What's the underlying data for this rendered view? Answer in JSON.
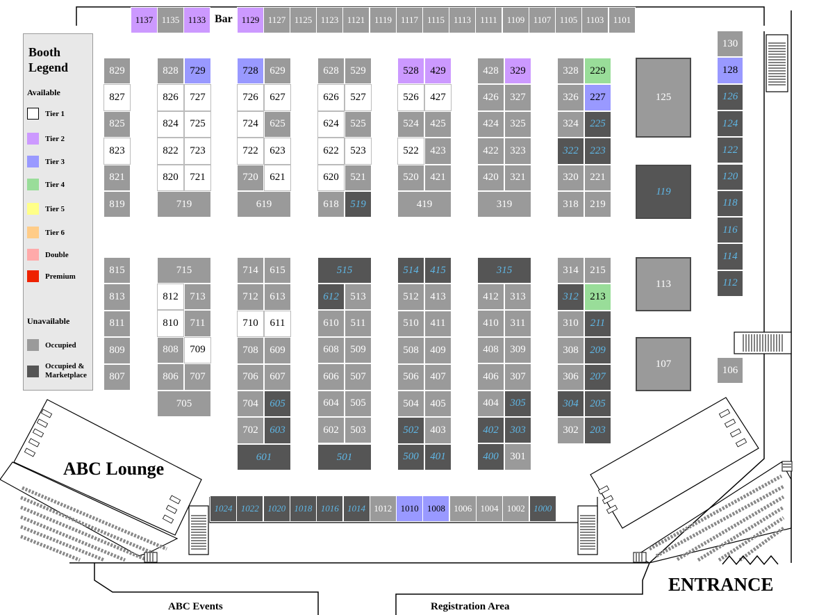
{
  "legend": {
    "title_line1": "Booth",
    "title_line2": "Legend",
    "available_heading": "Available",
    "unavailable_heading": "Unavailable",
    "items": [
      {
        "label": "Tier 1",
        "color": "#ffffff"
      },
      {
        "label": "Tier 2",
        "color": "#cc99ff"
      },
      {
        "label": "Tier 3",
        "color": "#9999ff"
      },
      {
        "label": "Tier 4",
        "color": "#99dd99"
      },
      {
        "label": "Tier 5",
        "color": "#ffff88"
      },
      {
        "label": "Tier 6",
        "color": "#ffcc88"
      },
      {
        "label": "Double",
        "color": "#ffaaaa"
      },
      {
        "label": "Premium",
        "color": "#ee2200"
      }
    ],
    "unavailable_items": [
      {
        "label": "Occupied",
        "color": "#9a9a9a"
      },
      {
        "label_line1": "Occupied &",
        "label_line2": "Marketplace",
        "color": "#555555"
      }
    ]
  },
  "labels": {
    "bar": "Bar",
    "lounge": "ABC Lounge",
    "entrance": "ENTRANCE",
    "events": "ABC Events",
    "registration": "Registration Area"
  },
  "status_colors": {
    "occupied": "#9a9a9a",
    "marketplace": "#555555",
    "marketplace_text": "#5fb7e6",
    "tier1": "#ffffff",
    "tier2": "#cc99ff",
    "tier3": "#9999ff",
    "tier4": "#99dd99"
  },
  "booths": [
    {
      "id": "1137",
      "s": "t2"
    },
    {
      "id": "1135",
      "s": "occ"
    },
    {
      "id": "1133",
      "s": "t2"
    },
    {
      "id": "1129",
      "s": "t2"
    },
    {
      "id": "1127",
      "s": "occ"
    },
    {
      "id": "1125",
      "s": "occ"
    },
    {
      "id": "1123",
      "s": "occ"
    },
    {
      "id": "1121",
      "s": "occ"
    },
    {
      "id": "1119",
      "s": "occ"
    },
    {
      "id": "1117",
      "s": "occ"
    },
    {
      "id": "1115",
      "s": "occ"
    },
    {
      "id": "1113",
      "s": "occ"
    },
    {
      "id": "1111",
      "s": "occ"
    },
    {
      "id": "1109",
      "s": "occ"
    },
    {
      "id": "1107",
      "s": "occ"
    },
    {
      "id": "1105",
      "s": "occ"
    },
    {
      "id": "1103",
      "s": "occ"
    },
    {
      "id": "1101",
      "s": "occ"
    },
    {
      "id": "829",
      "s": "occ"
    },
    {
      "id": "827",
      "s": "t1"
    },
    {
      "id": "825",
      "s": "occ"
    },
    {
      "id": "823",
      "s": "t1"
    },
    {
      "id": "821",
      "s": "occ"
    },
    {
      "id": "819",
      "s": "occ"
    },
    {
      "id": "828",
      "s": "occ"
    },
    {
      "id": "826",
      "s": "t1"
    },
    {
      "id": "824",
      "s": "t1"
    },
    {
      "id": "822",
      "s": "t1"
    },
    {
      "id": "820",
      "s": "t1"
    },
    {
      "id": "729",
      "s": "t3"
    },
    {
      "id": "727",
      "s": "t1"
    },
    {
      "id": "725",
      "s": "t1"
    },
    {
      "id": "723",
      "s": "t1"
    },
    {
      "id": "721",
      "s": "t1"
    },
    {
      "id": "719",
      "s": "occ"
    },
    {
      "id": "728",
      "s": "t3"
    },
    {
      "id": "726",
      "s": "t1"
    },
    {
      "id": "724",
      "s": "t1"
    },
    {
      "id": "722",
      "s": "t1"
    },
    {
      "id": "720",
      "s": "occ"
    },
    {
      "id": "629",
      "s": "occ"
    },
    {
      "id": "627",
      "s": "t1"
    },
    {
      "id": "625",
      "s": "occ"
    },
    {
      "id": "623",
      "s": "t1"
    },
    {
      "id": "621",
      "s": "t1"
    },
    {
      "id": "619",
      "s": "occ"
    },
    {
      "id": "628",
      "s": "occ"
    },
    {
      "id": "626",
      "s": "t1"
    },
    {
      "id": "624",
      "s": "t1"
    },
    {
      "id": "622",
      "s": "t1"
    },
    {
      "id": "620",
      "s": "t1"
    },
    {
      "id": "618",
      "s": "occ"
    },
    {
      "id": "529",
      "s": "occ"
    },
    {
      "id": "527",
      "s": "t1"
    },
    {
      "id": "525",
      "s": "occ"
    },
    {
      "id": "523",
      "s": "t1"
    },
    {
      "id": "521",
      "s": "occ"
    },
    {
      "id": "519",
      "s": "mkt"
    },
    {
      "id": "528",
      "s": "t2"
    },
    {
      "id": "526",
      "s": "t1"
    },
    {
      "id": "524",
      "s": "occ"
    },
    {
      "id": "522",
      "s": "t1"
    },
    {
      "id": "520",
      "s": "occ"
    },
    {
      "id": "429",
      "s": "t2"
    },
    {
      "id": "427",
      "s": "t1"
    },
    {
      "id": "425",
      "s": "occ"
    },
    {
      "id": "423",
      "s": "occ"
    },
    {
      "id": "421",
      "s": "occ"
    },
    {
      "id": "419",
      "s": "occ"
    },
    {
      "id": "428",
      "s": "occ"
    },
    {
      "id": "426",
      "s": "occ"
    },
    {
      "id": "424",
      "s": "occ"
    },
    {
      "id": "422",
      "s": "occ"
    },
    {
      "id": "420",
      "s": "occ"
    },
    {
      "id": "329",
      "s": "t2"
    },
    {
      "id": "327",
      "s": "occ"
    },
    {
      "id": "325",
      "s": "occ"
    },
    {
      "id": "323",
      "s": "occ"
    },
    {
      "id": "321",
      "s": "occ"
    },
    {
      "id": "319",
      "s": "occ"
    },
    {
      "id": "328",
      "s": "occ"
    },
    {
      "id": "326",
      "s": "occ"
    },
    {
      "id": "324",
      "s": "occ"
    },
    {
      "id": "322",
      "s": "mkt"
    },
    {
      "id": "320",
      "s": "occ"
    },
    {
      "id": "318",
      "s": "occ"
    },
    {
      "id": "229",
      "s": "t4"
    },
    {
      "id": "227",
      "s": "t3"
    },
    {
      "id": "225",
      "s": "mkt"
    },
    {
      "id": "223",
      "s": "mkt"
    },
    {
      "id": "221",
      "s": "occ"
    },
    {
      "id": "219",
      "s": "occ"
    },
    {
      "id": "125",
      "s": "occ"
    },
    {
      "id": "119",
      "s": "mkt"
    },
    {
      "id": "130",
      "s": "occ"
    },
    {
      "id": "128",
      "s": "t3"
    },
    {
      "id": "126",
      "s": "mkt"
    },
    {
      "id": "124",
      "s": "mkt"
    },
    {
      "id": "122",
      "s": "mkt"
    },
    {
      "id": "120",
      "s": "mkt"
    },
    {
      "id": "118",
      "s": "mkt"
    },
    {
      "id": "116",
      "s": "mkt"
    },
    {
      "id": "114",
      "s": "mkt"
    },
    {
      "id": "112",
      "s": "mkt"
    },
    {
      "id": "106",
      "s": "occ"
    },
    {
      "id": "815",
      "s": "occ"
    },
    {
      "id": "813",
      "s": "occ"
    },
    {
      "id": "811",
      "s": "occ"
    },
    {
      "id": "809",
      "s": "occ"
    },
    {
      "id": "807",
      "s": "occ"
    },
    {
      "id": "715",
      "s": "occ"
    },
    {
      "id": "812",
      "s": "t1"
    },
    {
      "id": "810",
      "s": "t1"
    },
    {
      "id": "808",
      "s": "occ"
    },
    {
      "id": "806",
      "s": "occ"
    },
    {
      "id": "713",
      "s": "occ"
    },
    {
      "id": "711",
      "s": "occ"
    },
    {
      "id": "709",
      "s": "t1"
    },
    {
      "id": "707",
      "s": "occ"
    },
    {
      "id": "705",
      "s": "occ"
    },
    {
      "id": "714",
      "s": "occ"
    },
    {
      "id": "712",
      "s": "occ"
    },
    {
      "id": "710",
      "s": "t1"
    },
    {
      "id": "708",
      "s": "occ"
    },
    {
      "id": "706",
      "s": "occ"
    },
    {
      "id": "704",
      "s": "occ"
    },
    {
      "id": "702",
      "s": "occ"
    },
    {
      "id": "615",
      "s": "occ"
    },
    {
      "id": "613",
      "s": "occ"
    },
    {
      "id": "611",
      "s": "t1"
    },
    {
      "id": "609",
      "s": "occ"
    },
    {
      "id": "607",
      "s": "occ"
    },
    {
      "id": "605",
      "s": "mkt"
    },
    {
      "id": "603",
      "s": "mkt"
    },
    {
      "id": "601",
      "s": "mkt"
    },
    {
      "id": "515",
      "s": "mkt"
    },
    {
      "id": "612",
      "s": "mkt"
    },
    {
      "id": "610",
      "s": "occ"
    },
    {
      "id": "608",
      "s": "occ"
    },
    {
      "id": "606",
      "s": "occ"
    },
    {
      "id": "604",
      "s": "occ"
    },
    {
      "id": "602",
      "s": "occ"
    },
    {
      "id": "513",
      "s": "occ"
    },
    {
      "id": "511",
      "s": "occ"
    },
    {
      "id": "509",
      "s": "occ"
    },
    {
      "id": "507",
      "s": "occ"
    },
    {
      "id": "505",
      "s": "occ"
    },
    {
      "id": "503",
      "s": "occ"
    },
    {
      "id": "501",
      "s": "mkt"
    },
    {
      "id": "514",
      "s": "mkt"
    },
    {
      "id": "512",
      "s": "occ"
    },
    {
      "id": "510",
      "s": "occ"
    },
    {
      "id": "508",
      "s": "occ"
    },
    {
      "id": "506",
      "s": "occ"
    },
    {
      "id": "504",
      "s": "occ"
    },
    {
      "id": "502",
      "s": "mkt"
    },
    {
      "id": "500",
      "s": "mkt"
    },
    {
      "id": "415",
      "s": "mkt"
    },
    {
      "id": "413",
      "s": "occ"
    },
    {
      "id": "411",
      "s": "occ"
    },
    {
      "id": "409",
      "s": "occ"
    },
    {
      "id": "407",
      "s": "occ"
    },
    {
      "id": "405",
      "s": "occ"
    },
    {
      "id": "403",
      "s": "occ"
    },
    {
      "id": "401",
      "s": "mkt"
    },
    {
      "id": "315",
      "s": "mkt"
    },
    {
      "id": "412",
      "s": "occ"
    },
    {
      "id": "410",
      "s": "occ"
    },
    {
      "id": "408",
      "s": "occ"
    },
    {
      "id": "406",
      "s": "occ"
    },
    {
      "id": "404",
      "s": "occ"
    },
    {
      "id": "402",
      "s": "mkt"
    },
    {
      "id": "400",
      "s": "mkt"
    },
    {
      "id": "313",
      "s": "occ"
    },
    {
      "id": "311",
      "s": "occ"
    },
    {
      "id": "309",
      "s": "occ"
    },
    {
      "id": "307",
      "s": "occ"
    },
    {
      "id": "305",
      "s": "mkt"
    },
    {
      "id": "303",
      "s": "mkt"
    },
    {
      "id": "301",
      "s": "occ"
    },
    {
      "id": "314",
      "s": "occ"
    },
    {
      "id": "312",
      "s": "mkt"
    },
    {
      "id": "310",
      "s": "occ"
    },
    {
      "id": "308",
      "s": "occ"
    },
    {
      "id": "306",
      "s": "occ"
    },
    {
      "id": "304",
      "s": "mkt"
    },
    {
      "id": "302",
      "s": "occ"
    },
    {
      "id": "215",
      "s": "occ"
    },
    {
      "id": "213",
      "s": "t4"
    },
    {
      "id": "211",
      "s": "mkt"
    },
    {
      "id": "209",
      "s": "mkt"
    },
    {
      "id": "207",
      "s": "mkt"
    },
    {
      "id": "205",
      "s": "mkt"
    },
    {
      "id": "203",
      "s": "mkt"
    },
    {
      "id": "113",
      "s": "occ"
    },
    {
      "id": "107",
      "s": "occ"
    },
    {
      "id": "1024",
      "s": "mkt"
    },
    {
      "id": "1022",
      "s": "mkt"
    },
    {
      "id": "1020",
      "s": "mkt"
    },
    {
      "id": "1018",
      "s": "mkt"
    },
    {
      "id": "1016",
      "s": "mkt"
    },
    {
      "id": "1014",
      "s": "mkt"
    },
    {
      "id": "1012",
      "s": "occ"
    },
    {
      "id": "1010",
      "s": "t3"
    },
    {
      "id": "1008",
      "s": "t3"
    },
    {
      "id": "1006",
      "s": "occ"
    },
    {
      "id": "1004",
      "s": "occ"
    },
    {
      "id": "1002",
      "s": "occ"
    },
    {
      "id": "1000",
      "s": "mkt"
    }
  ]
}
